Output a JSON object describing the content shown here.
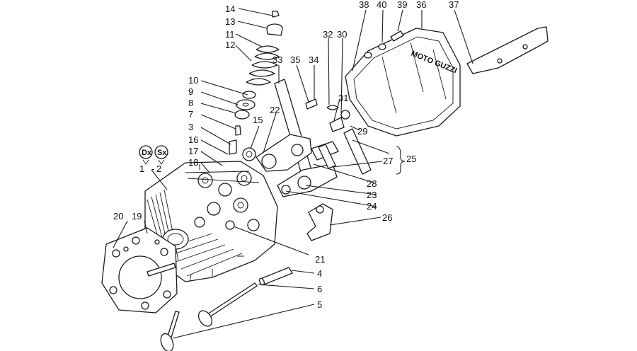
{
  "labels": [
    "14",
    "13",
    "11",
    "12",
    "10",
    "9",
    "8",
    "7",
    "3",
    "16",
    "17",
    "18",
    "33",
    "35",
    "34",
    "22",
    "15",
    "38",
    "40",
    "39",
    "36",
    "37",
    "32",
    "30",
    "31",
    "29",
    "25",
    "27",
    "28",
    "23",
    "24",
    "26",
    "20",
    "19",
    "21",
    "4",
    "6",
    "5",
    "1",
    "2"
  ],
  "side_marks": {
    "dx": "Dx",
    "sx": "Sx",
    "dash": "-"
  },
  "cover_text": "MOTO GUZZI"
}
